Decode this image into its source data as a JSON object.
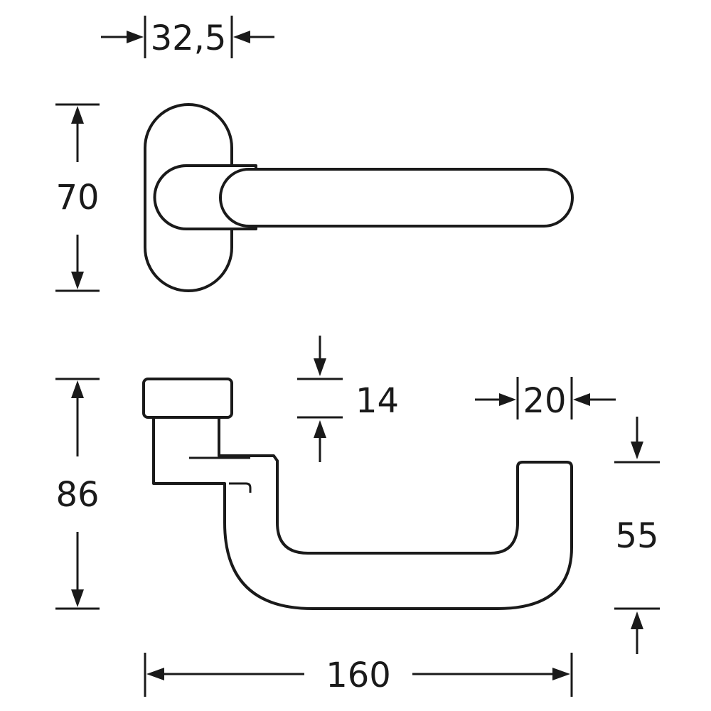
{
  "dimensions": {
    "rose_width": "32,5",
    "rose_height": "70",
    "lever_height": "86",
    "bar_thickness": "14",
    "grip_width": "20",
    "grip_drop": "55",
    "lever_length": "160"
  },
  "colors": {
    "stroke": "#1a1a1a",
    "background": "#ffffff"
  }
}
